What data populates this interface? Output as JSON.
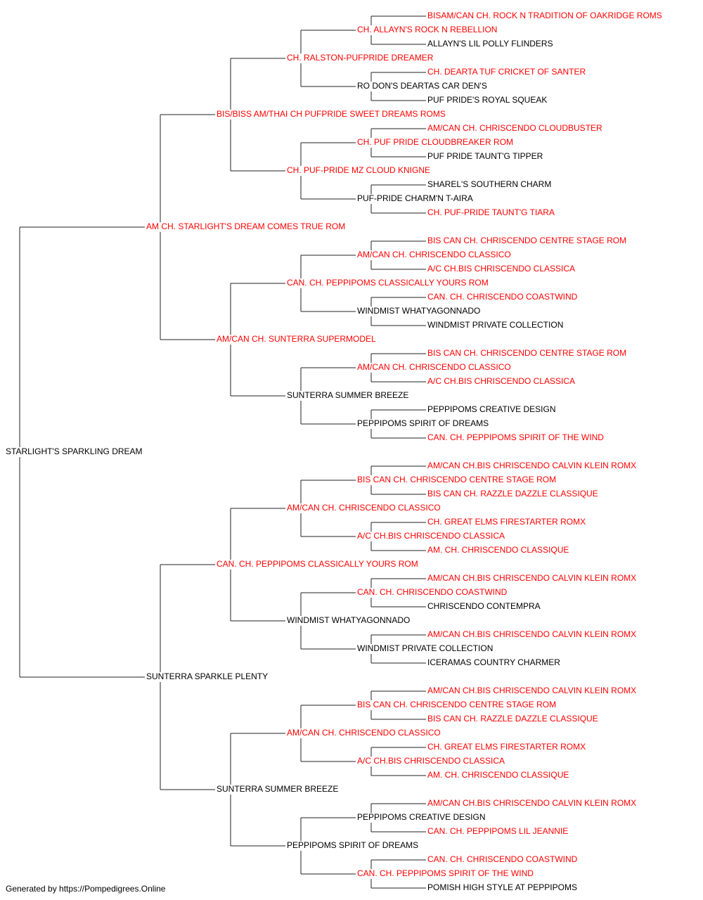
{
  "colors": {
    "champion": "#ff0000",
    "regular": "#000000",
    "line": "#222222"
  },
  "pedigree": {
    "name": "STARLIGHT'S SPARKLING DREAM",
    "champion": false,
    "sire": {
      "name": "AM CH. STARLIGHT'S DREAM COMES TRUE ROM",
      "champion": true,
      "sire": {
        "name": "BIS/BISS AM/THAI CH PUFPRIDE SWEET DREAMS ROMS",
        "champion": true,
        "sire": {
          "name": "CH. RALSTON-PUFPRIDE DREAMER",
          "champion": true,
          "sire": {
            "name": "CH. ALLAYN'S ROCK N REBELLION",
            "champion": true,
            "sire": {
              "name": "BISAM/CAN CH. ROCK N TRADITION OF OAKRIDGE ROMS",
              "champion": true
            },
            "dam": {
              "name": "ALLAYN'S LIL POLLY FLINDERS",
              "champion": false
            }
          },
          "dam": {
            "name": "RO DON'S DEARTAS CAR DEN'S",
            "champion": false,
            "sire": {
              "name": "CH. DEARTA TUF CRICKET OF SANTER",
              "champion": true
            },
            "dam": {
              "name": "PUF PRIDE'S ROYAL SQUEAK",
              "champion": false
            }
          }
        },
        "dam": {
          "name": "CH. PUF-PRIDE MZ CLOUD KNIGNE",
          "champion": true,
          "sire": {
            "name": "CH. PUF PRIDE CLOUDBREAKER ROM",
            "champion": true,
            "sire": {
              "name": "AM/CAN CH. CHRISCENDO CLOUDBUSTER",
              "champion": true
            },
            "dam": {
              "name": "PUF PRIDE TAUNT'G TIPPER",
              "champion": false
            }
          },
          "dam": {
            "name": "PUF-PRIDE CHARM'N T-AIRA",
            "champion": false,
            "sire": {
              "name": "SHAREL'S SOUTHERN CHARM",
              "champion": false
            },
            "dam": {
              "name": "CH. PUF-PRIDE TAUNT'G TIARA",
              "champion": true
            }
          }
        }
      },
      "dam": {
        "name": "AM/CAN CH. SUNTERRA SUPERMODEL",
        "champion": true,
        "sire": {
          "name": "CAN. CH. PEPPIPOMS CLASSICALLY YOURS ROM",
          "champion": true,
          "sire": {
            "name": "AM/CAN CH. CHRISCENDO CLASSICO",
            "champion": true,
            "sire": {
              "name": "BIS CAN CH. CHRISCENDO CENTRE STAGE ROM",
              "champion": true
            },
            "dam": {
              "name": "A/C CH.BIS CHRISCENDO CLASSICA",
              "champion": true
            }
          },
          "dam": {
            "name": "WINDMIST WHATYAGONNADO",
            "champion": false,
            "sire": {
              "name": "CAN. CH. CHRISCENDO COASTWIND",
              "champion": true
            },
            "dam": {
              "name": "WINDMIST PRIVATE COLLECTION",
              "champion": false
            }
          }
        },
        "dam": {
          "name": "SUNTERRA SUMMER BREEZE",
          "champion": false,
          "sire": {
            "name": "AM/CAN CH. CHRISCENDO CLASSICO",
            "champion": true,
            "sire": {
              "name": "BIS CAN CH. CHRISCENDO CENTRE STAGE ROM",
              "champion": true
            },
            "dam": {
              "name": "A/C CH.BIS CHRISCENDO CLASSICA",
              "champion": true
            }
          },
          "dam": {
            "name": "PEPPIPOMS SPIRIT OF DREAMS",
            "champion": false,
            "sire": {
              "name": "PEPPIPOMS CREATIVE DESIGN",
              "champion": false
            },
            "dam": {
              "name": "CAN. CH. PEPPIPOMS SPIRIT OF THE WIND",
              "champion": true
            }
          }
        }
      }
    },
    "dam": {
      "name": "SUNTERRA SPARKLE PLENTY",
      "champion": false,
      "sire": {
        "name": "CAN. CH. PEPPIPOMS CLASSICALLY YOURS ROM",
        "champion": true,
        "sire": {
          "name": "AM/CAN CH. CHRISCENDO CLASSICO",
          "champion": true,
          "sire": {
            "name": "BIS CAN CH. CHRISCENDO CENTRE STAGE ROM",
            "champion": true,
            "sire": {
              "name": "AM/CAN CH.BIS CHRISCENDO CALVIN KLEIN ROMX",
              "champion": true
            },
            "dam": {
              "name": "BIS CAN CH. RAZZLE DAZZLE CLASSIQUE",
              "champion": true
            }
          },
          "dam": {
            "name": "A/C CH.BIS CHRISCENDO CLASSICA",
            "champion": true,
            "sire": {
              "name": "CH. GREAT ELMS FIRESTARTER ROMX",
              "champion": true
            },
            "dam": {
              "name": "AM. CH. CHRISCENDO CLASSIQUE",
              "champion": true
            }
          }
        },
        "dam": {
          "name": "WINDMIST WHATYAGONNADO",
          "champion": false,
          "sire": {
            "name": "CAN. CH. CHRISCENDO COASTWIND",
            "champion": true,
            "sire": {
              "name": "AM/CAN CH.BIS CHRISCENDO CALVIN KLEIN ROMX",
              "champion": true
            },
            "dam": {
              "name": "CHRISCENDO CONTEMPRA",
              "champion": false
            }
          },
          "dam": {
            "name": "WINDMIST PRIVATE COLLECTION",
            "champion": false,
            "sire": {
              "name": "AM/CAN CH.BIS CHRISCENDO CALVIN KLEIN ROMX",
              "champion": true
            },
            "dam": {
              "name": "ICERAMAS COUNTRY CHARMER",
              "champion": false
            }
          }
        }
      },
      "dam": {
        "name": "SUNTERRA SUMMER BREEZE",
        "champion": false,
        "sire": {
          "name": "AM/CAN CH. CHRISCENDO CLASSICO",
          "champion": true,
          "sire": {
            "name": "BIS CAN CH. CHRISCENDO CENTRE STAGE ROM",
            "champion": true,
            "sire": {
              "name": "AM/CAN CH.BIS CHRISCENDO CALVIN KLEIN ROMX",
              "champion": true
            },
            "dam": {
              "name": "BIS CAN CH. RAZZLE DAZZLE CLASSIQUE",
              "champion": true
            }
          },
          "dam": {
            "name": "A/C CH.BIS CHRISCENDO CLASSICA",
            "champion": true,
            "sire": {
              "name": "CH. GREAT ELMS FIRESTARTER ROMX",
              "champion": true
            },
            "dam": {
              "name": "AM. CH. CHRISCENDO CLASSIQUE",
              "champion": true
            }
          }
        },
        "dam": {
          "name": "PEPPIPOMS SPIRIT OF DREAMS",
          "champion": false,
          "sire": {
            "name": "PEPPIPOMS CREATIVE DESIGN",
            "champion": false,
            "sire": {
              "name": "AM/CAN CH.BIS CHRISCENDO CALVIN KLEIN ROMX",
              "champion": true
            },
            "dam": {
              "name": "CAN. CH. PEPPIPOMS LIL JEANNIE",
              "champion": true
            }
          },
          "dam": {
            "name": "CAN. CH. PEPPIPOMS SPIRIT OF THE WIND",
            "champion": true,
            "sire": {
              "name": "CAN. CH. CHRISCENDO COASTWIND",
              "champion": true
            },
            "dam": {
              "name": "POMISH HIGH STYLE AT PEPPIPOMS",
              "champion": false
            }
          }
        }
      }
    }
  },
  "footer": {
    "text": "Generated by https://Pompedigrees.Online"
  }
}
